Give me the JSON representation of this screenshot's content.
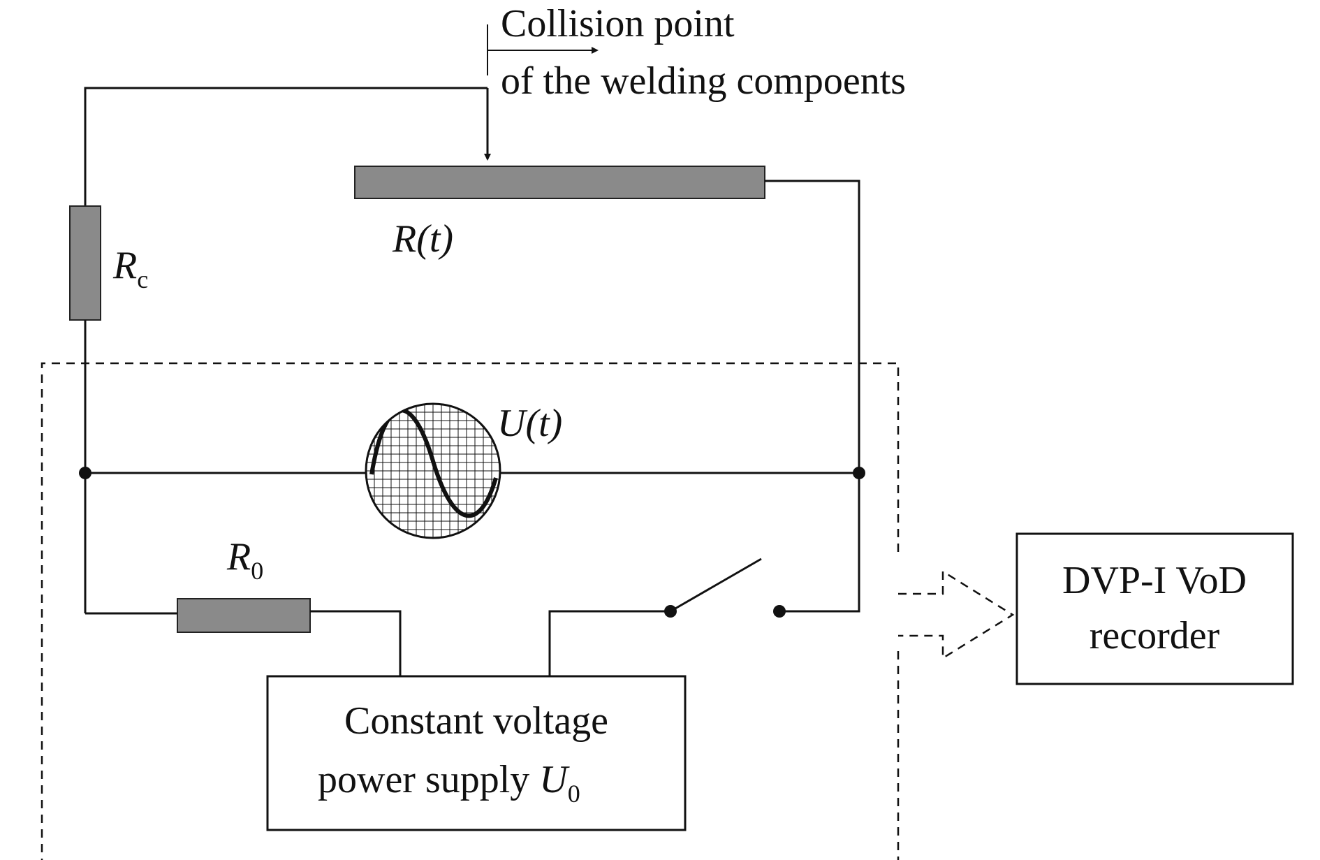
{
  "collision": {
    "line1": "Collision point",
    "line2": "of the welding compoents"
  },
  "labels": {
    "r_t_main": "R",
    "r_t_arg": "(t)",
    "rc_main": "R",
    "rc_sub": "c",
    "u_t_main": "U",
    "u_t_arg": "(t)",
    "r0_main": "R",
    "r0_sub": "0"
  },
  "power_supply": {
    "line1": "Constant voltage",
    "line2_prefix": "power supply ",
    "line2_var": "U",
    "line2_sub": "0"
  },
  "recorder": {
    "line1": "DVP-I VoD",
    "line2": "recorder"
  }
}
